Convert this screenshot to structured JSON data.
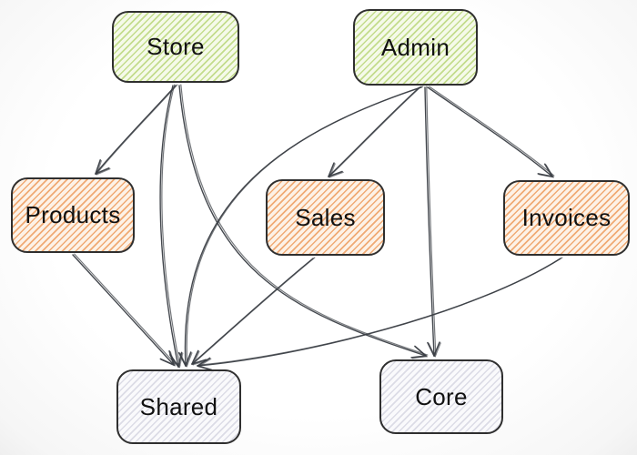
{
  "diagram": {
    "nodes": [
      {
        "id": "store",
        "label": "Store",
        "scheme": "green"
      },
      {
        "id": "admin",
        "label": "Admin",
        "scheme": "green"
      },
      {
        "id": "products",
        "label": "Products",
        "scheme": "orange"
      },
      {
        "id": "sales",
        "label": "Sales",
        "scheme": "orange"
      },
      {
        "id": "invoices",
        "label": "Invoices",
        "scheme": "orange"
      },
      {
        "id": "shared",
        "label": "Shared",
        "scheme": "gray"
      },
      {
        "id": "core",
        "label": "Core",
        "scheme": "gray"
      }
    ],
    "edges": [
      {
        "from": "store",
        "to": "products"
      },
      {
        "from": "store",
        "to": "shared"
      },
      {
        "from": "store",
        "to": "core"
      },
      {
        "from": "admin",
        "to": "sales"
      },
      {
        "from": "admin",
        "to": "invoices"
      },
      {
        "from": "admin",
        "to": "shared"
      },
      {
        "from": "admin",
        "to": "core"
      },
      {
        "from": "products",
        "to": "shared"
      },
      {
        "from": "sales",
        "to": "shared"
      },
      {
        "from": "invoices",
        "to": "shared"
      }
    ],
    "colors": {
      "green_fill": "#f5fae9",
      "green_stripe": "#c3dc8c",
      "orange_fill": "#fdf2e7",
      "orange_stripe": "#f0aa74",
      "gray_fill": "#fafafc",
      "gray_stripe": "#dcdce6",
      "border": "#2f2f2f",
      "edge": "#3a3e44",
      "text": "#111111"
    }
  }
}
